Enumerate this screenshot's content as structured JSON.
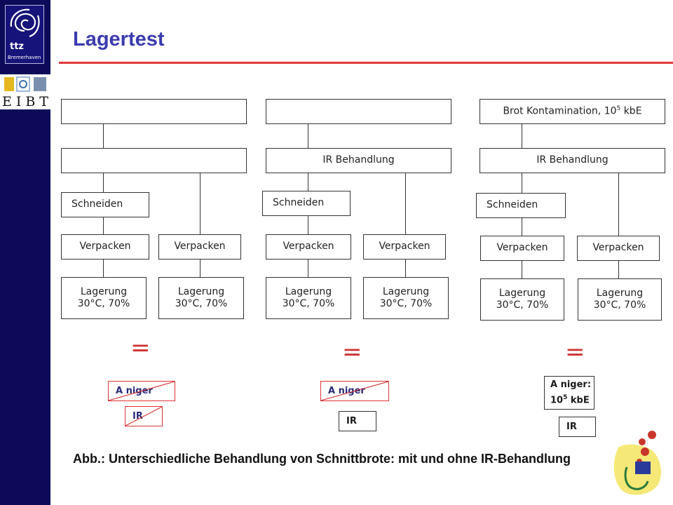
{
  "branding": {
    "ttz_logo_text": "ttz Bremerhaven",
    "eibt_letters": [
      "E",
      "I",
      "B",
      "T"
    ]
  },
  "title": "Lagertest",
  "columns": [
    {
      "top_box": "",
      "treatment_box": "",
      "cut": "Schneiden",
      "pack_left": "Verpacken",
      "pack_right": "Verpacken",
      "storage_left": "Lagerung\n30°C, 70%",
      "storage_right": "Lagerung\n30°C, 70%",
      "equals": "=",
      "tag1": "A niger",
      "tag2": "IR"
    },
    {
      "top_box": "",
      "treatment_box": "IR Behandlung",
      "cut": "Schneiden",
      "pack_left": "Verpacken",
      "pack_right": "Verpacken",
      "storage_left": "Lagerung\n30°C, 70%",
      "storage_right": "Lagerung\n30°C, 70%",
      "equals": "=",
      "tag1": "A niger",
      "tag2": "IR"
    },
    {
      "top_box_base": "Brot Kontamination, 10",
      "top_box_exp": "5",
      "top_box_unit": " kbE",
      "treatment_box": "IR Behandlung",
      "cut": "Schneiden",
      "pack_left": "Verpacken",
      "pack_right": "Verpacken",
      "storage_left": "Lagerung\n30°C, 70%",
      "storage_right": "Lagerung\n30°C, 70%",
      "equals": "=",
      "tag1_line1": "A niger:",
      "tag1_base": "10",
      "tag1_exp": "5",
      "tag1_unit": " kbE",
      "tag2": "IR"
    }
  ],
  "caption": "Abb.: Unterschiedliche Behandlung von Schnittbrote: mit und ohne IR-Behandlung",
  "colors": {
    "sidebar": "#0d0a5a",
    "title": "#3b3bb0",
    "rule": "#e03a3a",
    "cross": "#d33333"
  },
  "decorations": [
    "ttz-logo",
    "eibt-logo",
    "corner-figure-logo"
  ]
}
